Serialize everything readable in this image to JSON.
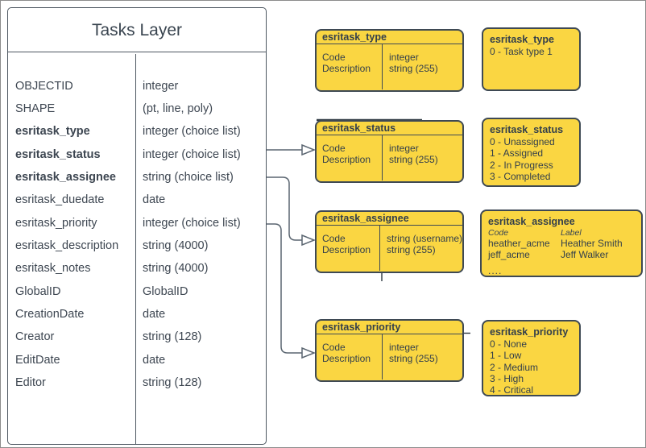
{
  "colors": {
    "yellow_fill": "#fad642",
    "box_stroke": "#3e4954",
    "table_stroke": "#4d5761",
    "text_dark": "#3d4651",
    "connector": "#5a6570"
  },
  "tasks_layer": {
    "title": "Tasks Layer",
    "fields": [
      {
        "name": "OBJECTID",
        "type": "integer",
        "bold": false
      },
      {
        "name": "SHAPE",
        "type": "(pt, line, poly)",
        "bold": false
      },
      {
        "name": "esritask_type",
        "type": "integer (choice list)",
        "bold": true
      },
      {
        "name": "esritask_status",
        "type": "integer (choice list)",
        "bold": true
      },
      {
        "name": "esritask_assignee",
        "type": "string (choice list)",
        "bold": true
      },
      {
        "name": "esritask_duedate",
        "type": "date",
        "bold": false
      },
      {
        "name": "esritask_priority",
        "type": "integer (choice list)",
        "bold": false
      },
      {
        "name": "esritask_description",
        "type": "string (4000)",
        "bold": false
      },
      {
        "name": "esritask_notes",
        "type": "string (4000)",
        "bold": false
      },
      {
        "name": "GlobalID",
        "type": "GlobalID",
        "bold": false
      },
      {
        "name": "CreationDate",
        "type": "date",
        "bold": false
      },
      {
        "name": "Creator",
        "type": "string (128)",
        "bold": false
      },
      {
        "name": "EditDate",
        "type": "date",
        "bold": false
      },
      {
        "name": "Editor",
        "type": "string (128)",
        "bold": false
      }
    ]
  },
  "domain_tables": [
    {
      "title": "esritask_type",
      "rows": [
        {
          "name": "Code",
          "type": "integer"
        },
        {
          "name": "Description",
          "type": "string (255)"
        }
      ]
    },
    {
      "title": "esritask_status",
      "rows": [
        {
          "name": "Code",
          "type": "integer"
        },
        {
          "name": "Description",
          "type": "string (255)"
        }
      ]
    },
    {
      "title": "esritask_assignee",
      "rows": [
        {
          "name": "Code",
          "type": "string (username)"
        },
        {
          "name": "Description",
          "type": "string (255)"
        }
      ]
    },
    {
      "title": "esritask_priority",
      "rows": [
        {
          "name": "Code",
          "type": "integer"
        },
        {
          "name": "Description",
          "type": "string (255)"
        }
      ]
    }
  ],
  "value_lists": {
    "type": {
      "title": "esritask_type",
      "items": [
        "0 - Task type 1"
      ]
    },
    "status": {
      "title": "esritask_status",
      "items": [
        "0 - Unassigned",
        "1 - Assigned",
        "2 - In Progress",
        "3 - Completed"
      ]
    },
    "priority": {
      "title": "esritask_priority",
      "items": [
        "0 - None",
        "1 - Low",
        "2 - Medium",
        "3 - High",
        "4 - Critical"
      ]
    }
  },
  "assignee_list": {
    "title": "esritask_assignee",
    "columns": {
      "code": "Code",
      "label": "Label"
    },
    "rows": [
      {
        "code": "heather_acme",
        "label": "Heather Smith"
      },
      {
        "code": "jeff_acme",
        "label": "Jeff Walker"
      }
    ],
    "more": "...."
  }
}
